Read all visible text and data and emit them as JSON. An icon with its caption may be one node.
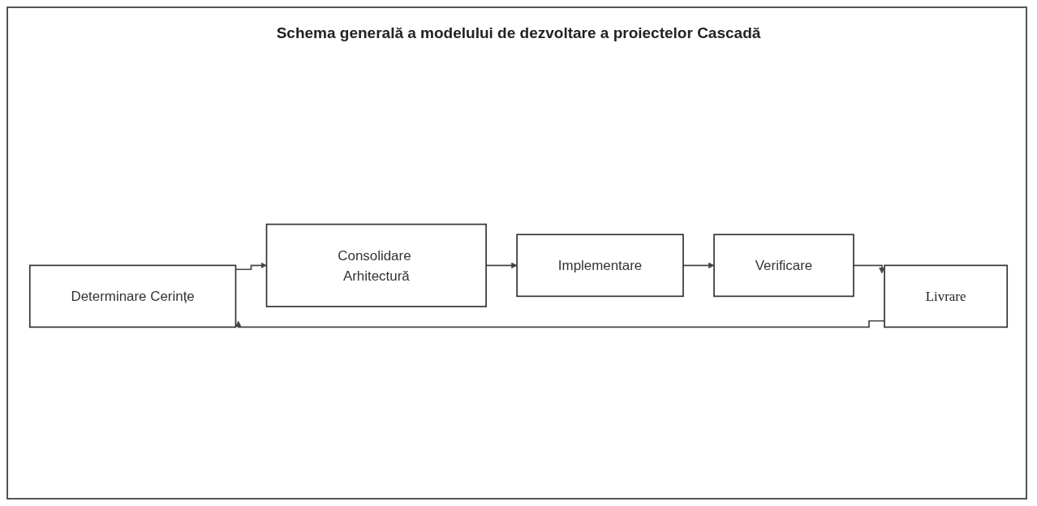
{
  "diagram": {
    "title": "Schema generală a modelului de dezvoltare a proiectelor Cascadă",
    "nodes": [
      {
        "text": [
          "Determinare Cerințe"
        ]
      },
      {
        "text": [
          "Consolidare Arhitectură"
        ]
      },
      {
        "text": [
          "Implementare"
        ]
      },
      {
        "text": [
          "Verificare"
        ]
      },
      {
        "text": [
          "Livrare"
        ]
      }
    ],
    "edges": [
      {
        "from": 0,
        "to": 1,
        "arrow": "to"
      },
      {
        "from": 1,
        "to": 2,
        "arrow": "to"
      },
      {
        "from": 2,
        "to": 3,
        "arrow": "to"
      },
      {
        "from": 3,
        "to": 4,
        "arrow": "to"
      },
      {
        "from": 4,
        "to": 0,
        "arrow": "to"
      }
    ]
  }
}
